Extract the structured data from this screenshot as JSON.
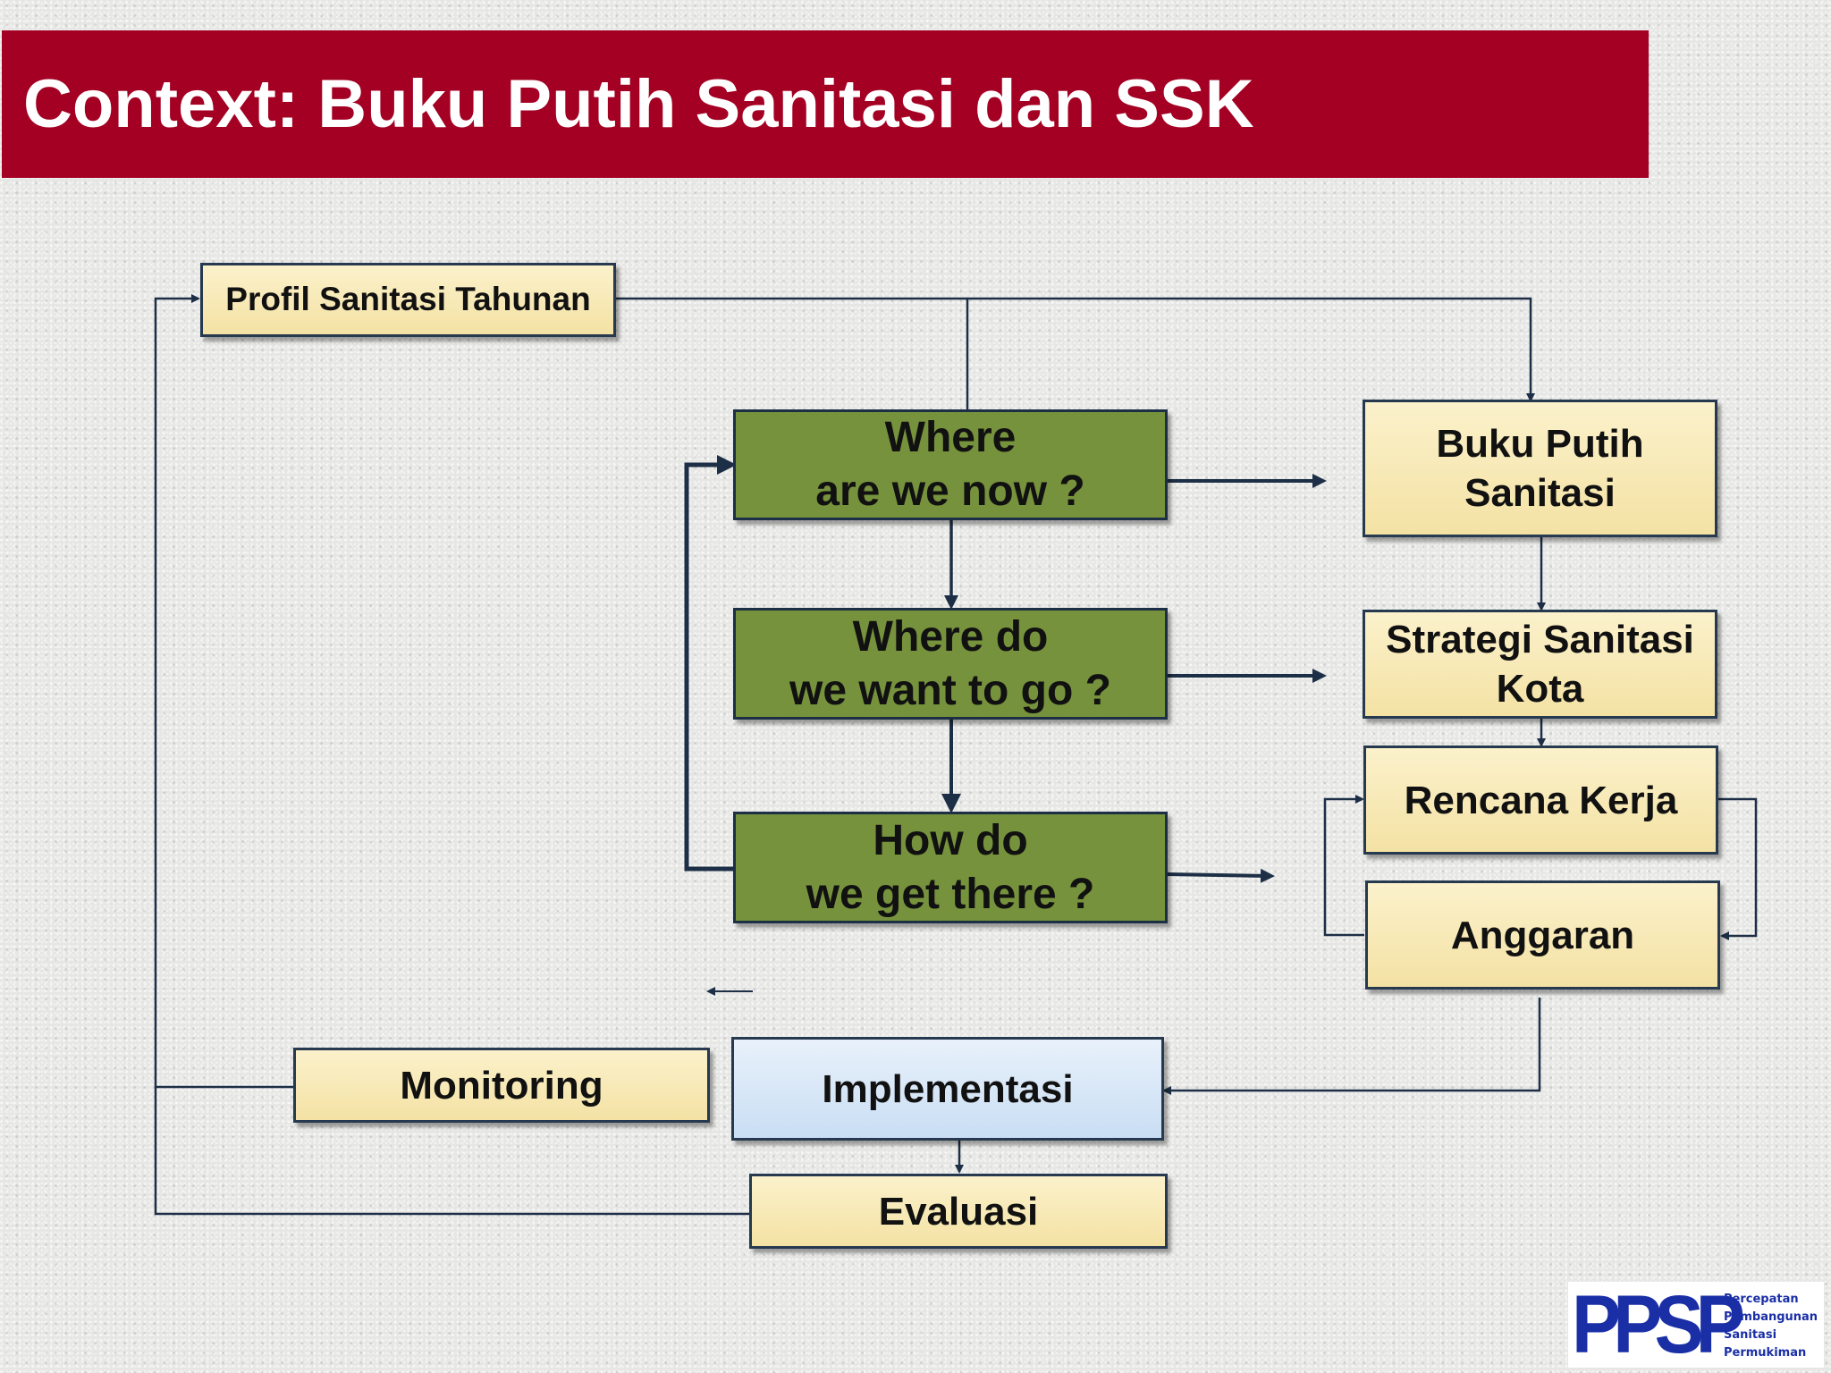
{
  "header": {
    "title": "Context: Buku Putih Sanitasi dan SSK"
  },
  "diagram": {
    "profil": "Profil Sanitasi Tahunan",
    "where_now": "Where\nare we now ?",
    "where_go": "Where do\nwe want to go ?",
    "how": "How do\nwe get there ?",
    "buku_putih": "Buku Putih\nSanitasi",
    "strategi": "Strategi Sanitasi\nKota",
    "rencana": "Rencana Kerja",
    "anggaran": "Anggaran",
    "monitoring": "Monitoring",
    "implementasi": "Implementasi",
    "evaluasi": "Evaluasi"
  },
  "logo": {
    "mark": "PPSP",
    "lines": [
      "Percepatan",
      "Pembangunan",
      "Sanitasi",
      "Permukiman"
    ]
  },
  "colors": {
    "title_bar": "#a30023",
    "green_box": "#76923c",
    "yellow_box": "#f7e8b4",
    "blue_box": "#d6e6f7",
    "line": "#1d2f46"
  }
}
